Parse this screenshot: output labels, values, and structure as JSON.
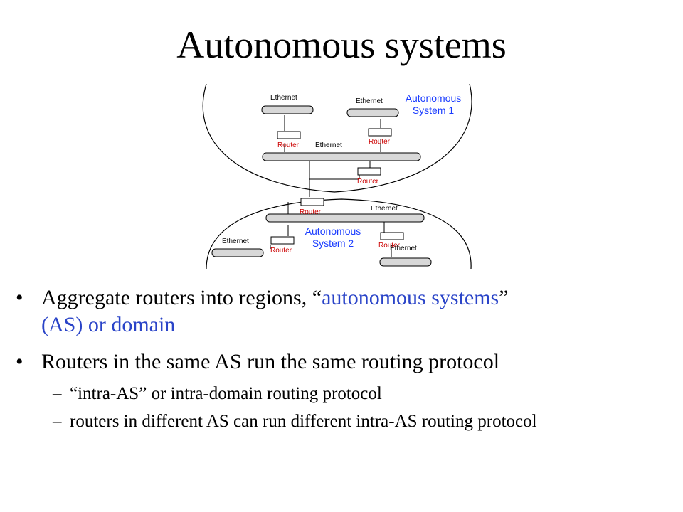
{
  "slide": {
    "title": "Autonomous systems"
  },
  "diagram": {
    "as1_label": [
      "Autonomous",
      "System 1"
    ],
    "as2_label": [
      "Autonomous",
      "System 2"
    ],
    "ethernet_label": "Ethernet",
    "router_label": "Router",
    "colors": {
      "label_blue": "#1a3cff",
      "router_red": "#cc0000"
    }
  },
  "bullets": [
    {
      "pre": "Aggregate routers into regions, ",
      "open_quote": "“",
      "highlight": "autonomous systems",
      "close_quote": "”",
      "post": "(AS) or domain"
    },
    {
      "text": "Routers in the same AS run the same routing protocol",
      "sub": [
        {
          "dash": "–",
          "open_quote": "“",
          "text1": "intra-AS",
          "close_quote": "”",
          "text2": " or intra-domain routing protocol"
        },
        {
          "dash": "–",
          "text": "routers in different AS can run different intra-AS routing protocol"
        }
      ]
    }
  ],
  "bullet_glyph": "•"
}
